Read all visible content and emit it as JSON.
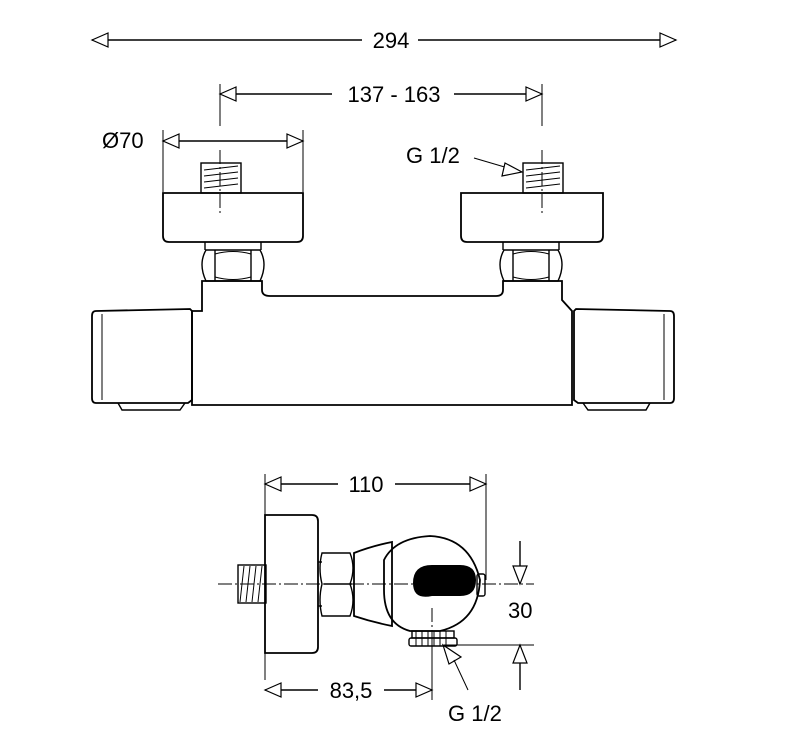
{
  "front_view": {
    "overall_width": "294",
    "inlet_spacing": "137 - 163",
    "flange_diameter": "Ø70",
    "inlet_thread": "G 1/2"
  },
  "side_view": {
    "depth": "110",
    "outlet_offset": "30",
    "wall_to_outlet": "83,5",
    "outlet_thread": "G 1/2"
  }
}
